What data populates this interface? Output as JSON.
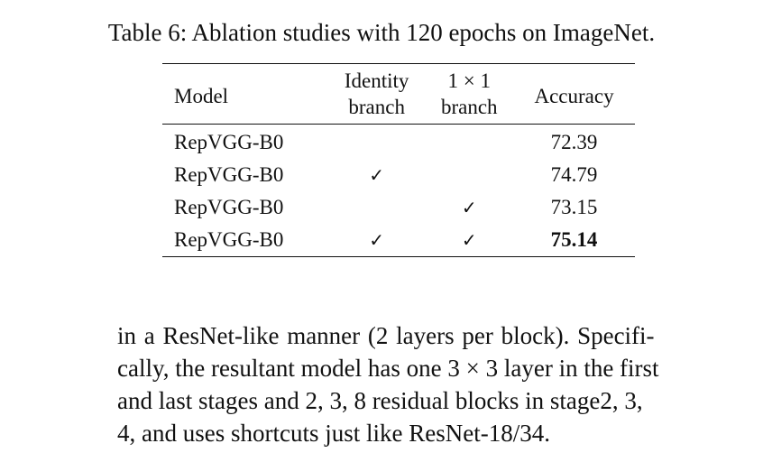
{
  "caption": "Table 6: Ablation studies with 120 epochs on ImageNet.",
  "table": {
    "headers": {
      "model": "Model",
      "identity_line1": "Identity",
      "identity_line2": "branch",
      "one_line1": "1 × 1",
      "one_line2": "branch",
      "accuracy": "Accuracy"
    },
    "check_glyph": "✓",
    "rows": [
      {
        "model": "RepVGG-B0",
        "identity": "",
        "one_by_one": "",
        "accuracy": "72.39"
      },
      {
        "model": "RepVGG-B0",
        "identity": "✓",
        "one_by_one": "",
        "accuracy": "74.79"
      },
      {
        "model": "RepVGG-B0",
        "identity": "",
        "one_by_one": "✓",
        "accuracy": "73.15"
      },
      {
        "model": "RepVGG-B0",
        "identity": "✓",
        "one_by_one": "✓",
        "accuracy": "75.14"
      }
    ]
  },
  "paragraph": {
    "lines": [
      "in a ResNet-like manner (2 layers per block). Specifi-",
      "cally, the resultant model has one 3 × 3 layer in the first",
      "and last stages and 2, 3, 8 residual blocks in stage2, 3,",
      "4, and uses shortcuts just like ResNet-18/34."
    ]
  }
}
